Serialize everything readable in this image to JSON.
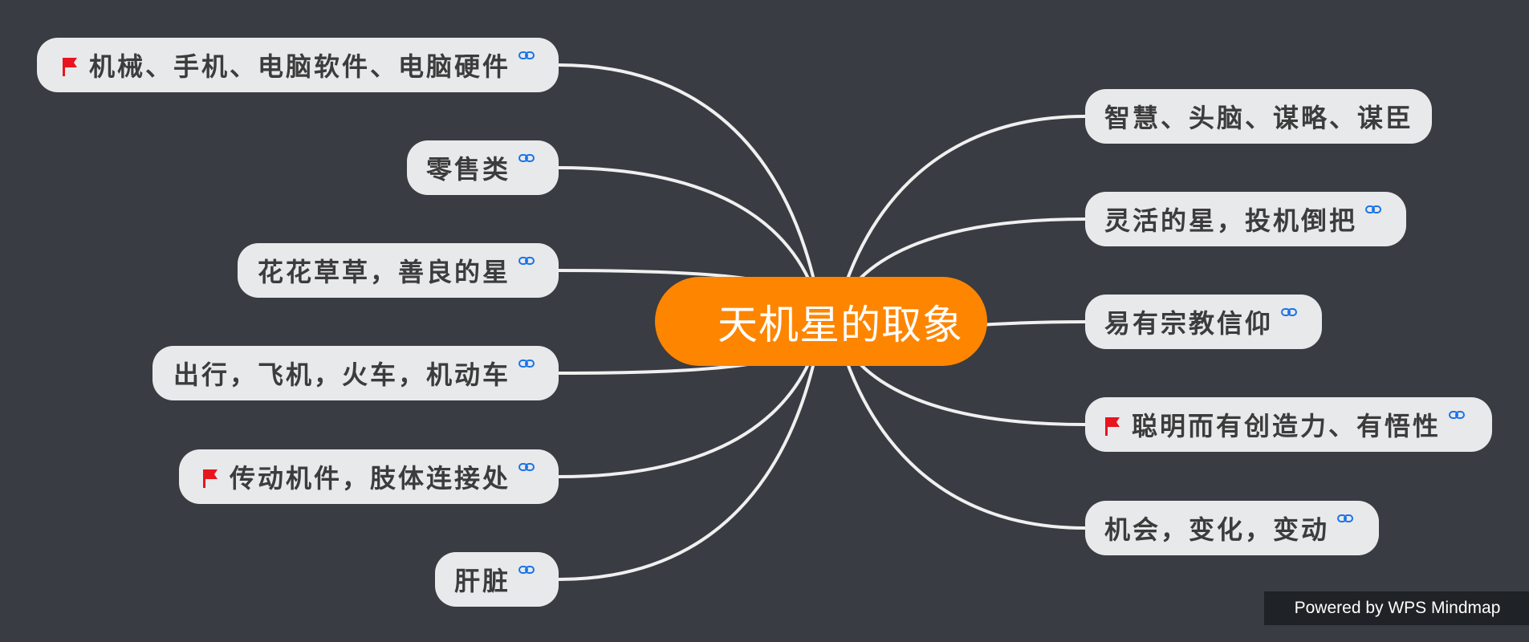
{
  "center": {
    "label": "天机星的取象"
  },
  "left_nodes": [
    {
      "label": "机械、手机、电脑软件、电脑硬件",
      "flag": true,
      "link": true
    },
    {
      "label": "零售类",
      "flag": false,
      "link": true
    },
    {
      "label": "花花草草，善良的星",
      "flag": false,
      "link": true
    },
    {
      "label": "出行，飞机，火车，机动车",
      "flag": false,
      "link": true
    },
    {
      "label": "传动机件，肢体连接处",
      "flag": true,
      "link": true
    },
    {
      "label": "肝脏",
      "flag": false,
      "link": true
    }
  ],
  "right_nodes": [
    {
      "label": "智慧、头脑、谋略、谋臣",
      "flag": false,
      "link": false
    },
    {
      "label": "灵活的星，投机倒把",
      "flag": false,
      "link": true
    },
    {
      "label": "易有宗教信仰",
      "flag": false,
      "link": true
    },
    {
      "label": "聪明而有创造力、有悟性",
      "flag": true,
      "link": true
    },
    {
      "label": "机会，变化，变动",
      "flag": false,
      "link": true
    }
  ],
  "colors": {
    "background": "#393c42",
    "center": "#fe8500",
    "node": "#e8e9eb",
    "line": "#f0f0f0",
    "flag": "#e8141e",
    "link": "#1a73e8"
  },
  "icons": {
    "flag": "flag-icon",
    "link": "link-icon"
  },
  "watermark": "Powered by WPS Mindmap"
}
